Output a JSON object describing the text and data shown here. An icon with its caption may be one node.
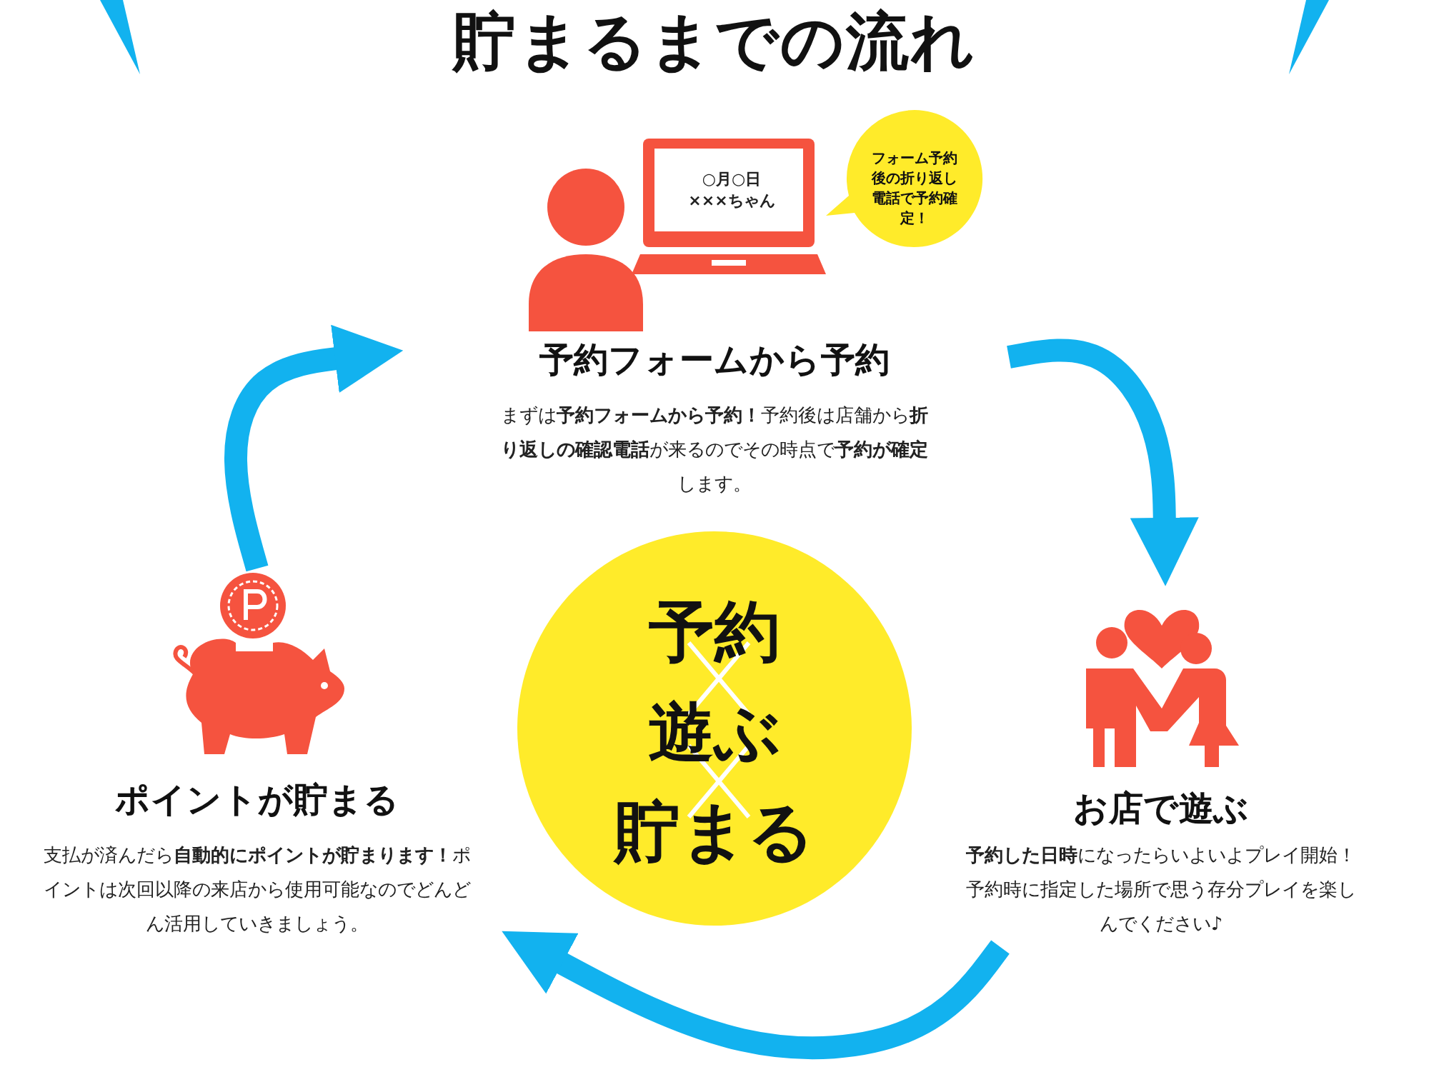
{
  "diagram": {
    "title": "貯まるまでの流れ",
    "nodes": [
      {
        "text": [
          "予約フォームから予約",
          "まずは**予約フォームから予約！**予約後は店舗から**折り返しの確認電話**が来るのでその時点で**予約が確定**します。"
        ]
      },
      {
        "text": [
          "お店で遊ぶ",
          "**予約した日時**になったらいよいよプレイ開始！予約時に指定した場所で思う存分プレイを楽しんでください♪"
        ]
      },
      {
        "text": [
          "ポイントが貯まる",
          "支払が済んだら**自動的にポイントが貯まります！**ポイントは次回以降の来店から使用可能なのでどんどん活用していきましょう。"
        ]
      },
      {
        "text": [
          "予約",
          "遊ぶ",
          "貯まる"
        ]
      },
      {
        "text": [
          "フォーム予約後の折り返し電話で予約確定！"
        ]
      }
    ],
    "edges": [
      {
        "from": 0,
        "to": 1,
        "arrow": "to",
        "color": "#12b2ef"
      },
      {
        "from": 1,
        "to": 2,
        "arrow": "to",
        "color": "#12b2ef"
      },
      {
        "from": 2,
        "to": 0,
        "arrow": "to",
        "color": "#12b2ef"
      }
    ],
    "labels": [
      "○月○日",
      "×××ちゃん"
    ]
  }
}
